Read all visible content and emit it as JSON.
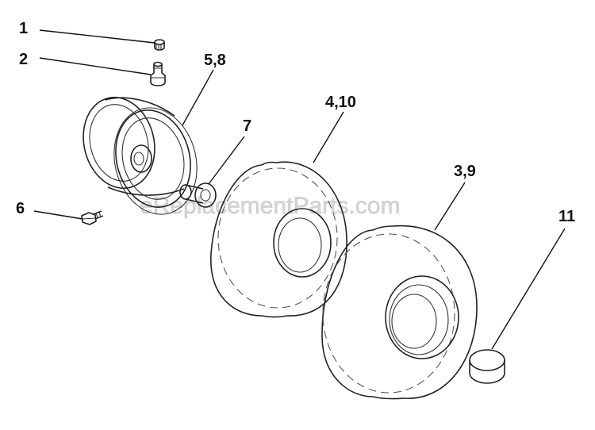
{
  "watermark": "eReplacementParts.com",
  "callouts": [
    {
      "id": "c1",
      "label": "1"
    },
    {
      "id": "c2",
      "label": "2"
    },
    {
      "id": "c58",
      "label": "5,8"
    },
    {
      "id": "c7",
      "label": "7"
    },
    {
      "id": "c410",
      "label": "4,10"
    },
    {
      "id": "c39",
      "label": "3,9"
    },
    {
      "id": "c6",
      "label": "6"
    },
    {
      "id": "c11",
      "label": "11"
    }
  ],
  "colors": {
    "line": "#222222",
    "background": "#ffffff",
    "watermark": "#d7d7d7"
  }
}
